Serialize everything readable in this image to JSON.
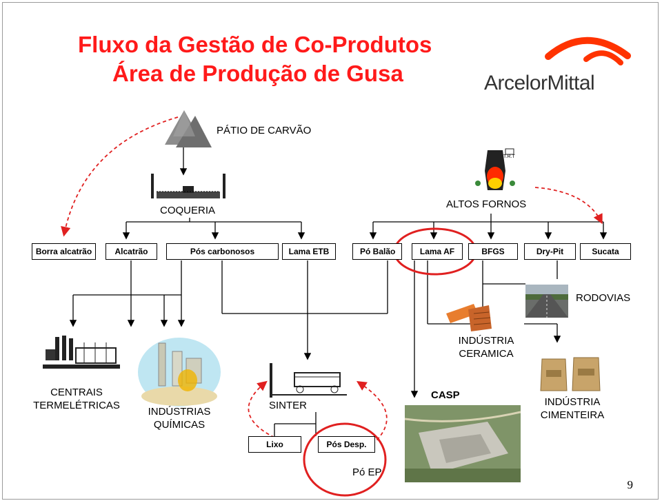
{
  "title": {
    "line1": "Fluxo da Gestão de Co-Produtos",
    "line2": "Área de Produção de Gusa"
  },
  "logo": {
    "text": "ArcelorMittal",
    "brand_color": "#ff3300"
  },
  "nodes": {
    "patio_carvao": "PÁTIO DE CARVÃO",
    "coqueria": "COQUERIA",
    "altos_fornos": "ALTOS FORNOS",
    "altos_fornos_tag": "T.R.T",
    "rodovias": "RODOVIAS",
    "industria_ceramica": "INDÚSTRIA\nCERAMICA",
    "centrais_termeletricas": "CENTRAIS\nTERMELÉTRICAS",
    "industrias_quimicas": "INDÚSTRIAS\nQUÍMICAS",
    "sinter": "SINTER",
    "casp": "CASP",
    "industria_cimenteira": "INDÚSTRIA\nCIMENTEIRA"
  },
  "coproducts": [
    "Borra alcatrão",
    "Alcatrão",
    "Pós carbonosos",
    "Lama ETB",
    "Pó Balão",
    "Lama AF",
    "BFGS",
    "Dry-Pit",
    "Sucata"
  ],
  "sinter_outputs": [
    "Lixo",
    "Pós Desp."
  ],
  "po_ep": "Pó EP",
  "page_number": "9",
  "colors": {
    "title": "#ff1a1a",
    "dashed_arrow": "#e02020",
    "highlight": "#e02020",
    "line": "#000000"
  }
}
